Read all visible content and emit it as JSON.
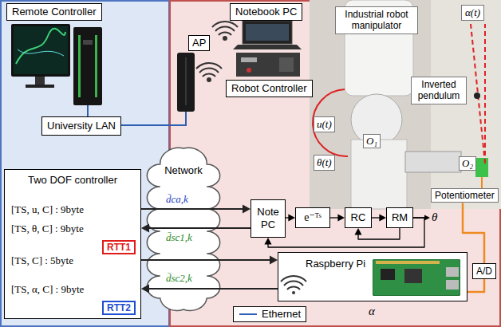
{
  "diagram": {
    "nodes": [
      {
        "text": [
          "Remote Controller"
        ]
      },
      {
        "text": [
          "Notebook PC"
        ]
      },
      {
        "text": [
          "Industrial robot manipulator"
        ]
      },
      {
        "text": [
          "α(t)"
        ]
      },
      {
        "text": [
          "AP"
        ]
      },
      {
        "text": [
          "Robot Controller"
        ]
      },
      {
        "text": [
          "Inverted pendulum"
        ]
      },
      {
        "text": [
          "University LAN"
        ]
      },
      {
        "text": [
          "u(t)"
        ]
      },
      {
        "text": [
          "O₁"
        ]
      },
      {
        "text": [
          "θ(t)"
        ]
      },
      {
        "text": [
          "O₂"
        ]
      },
      {
        "text": [
          "Network"
        ]
      },
      {
        "text": [
          "Two DOF controller",
          "[TS, u, C] : 9byte",
          "[TS, θ, C] : 9byte",
          "[TS, C] : 5byte",
          "[TS, α, C] : 9byte"
        ]
      },
      {
        "text": [
          "RTT1"
        ],
        "in": 13
      },
      {
        "text": [
          "RTT2"
        ],
        "in": 13
      },
      {
        "text": [
          "Potentiometer"
        ]
      },
      {
        "text": [
          "Note PC"
        ]
      },
      {
        "text": [
          "e⁻ᵀˢ"
        ]
      },
      {
        "text": [
          "RC"
        ]
      },
      {
        "text": [
          "RM"
        ]
      },
      {
        "text": [
          "Raspberry Pi"
        ]
      },
      {
        "text": [
          "A/D"
        ]
      }
    ],
    "edges": [
      {
        "from": 13,
        "to": 17,
        "arrow": "to",
        "label": "d̄ca,k"
      },
      {
        "from": 17,
        "to": 13,
        "arrow": "to",
        "label": "d̄sc1,k"
      },
      {
        "from": 13,
        "to": 21,
        "arrow": "to"
      },
      {
        "from": 21,
        "to": 13,
        "arrow": "to",
        "label": "d̄sc2,k"
      },
      {
        "from": 17,
        "to": 18,
        "arrow": "to"
      },
      {
        "from": 18,
        "to": 19,
        "arrow": "to"
      },
      {
        "from": 19,
        "to": 20,
        "arrow": "to"
      },
      {
        "from": 20,
        "to": 17,
        "arrow": "to"
      },
      {
        "from": 20,
        "to": 19,
        "arrow": "to"
      },
      {
        "from": 16,
        "to": 22,
        "arrow": "none"
      },
      {
        "from": 22,
        "to": 21,
        "arrow": "none"
      }
    ],
    "labels": [
      "θ",
      "α"
    ],
    "legend": [
      {
        "text": "Ethernet"
      }
    ]
  }
}
